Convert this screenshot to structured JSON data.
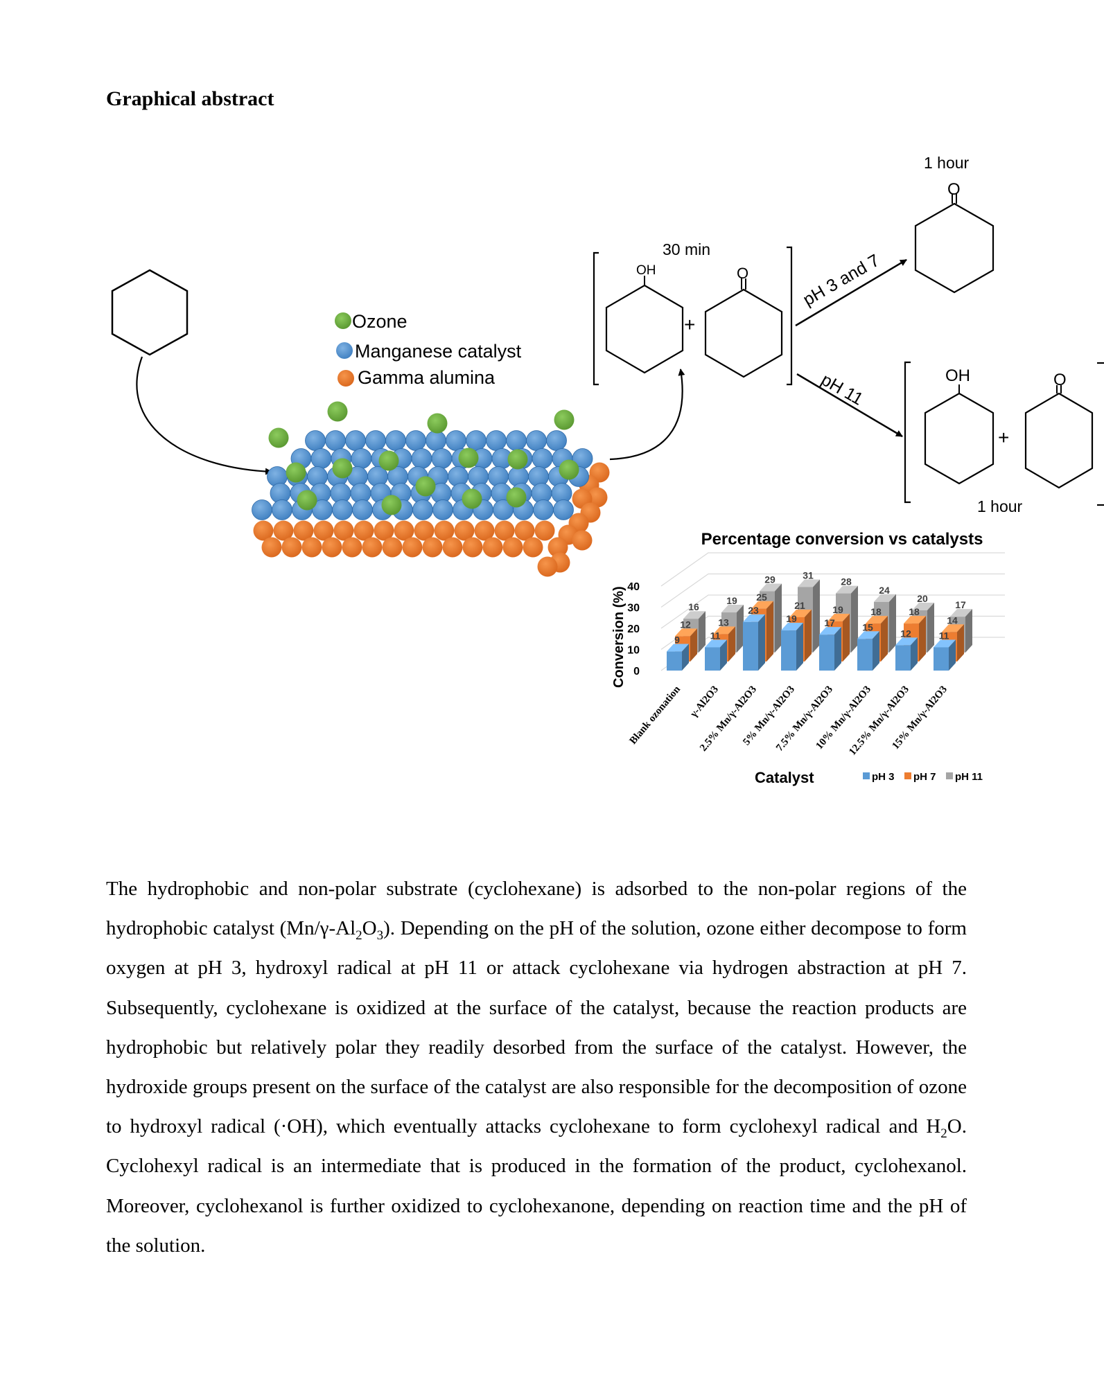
{
  "heading": "Graphical abstract",
  "legend_items": [
    {
      "label": "Ozone",
      "color": "#70ad47"
    },
    {
      "label": "Manganese catalyst",
      "color": "#5b9bd5"
    },
    {
      "label": "Gamma alumina",
      "color": "#ed7d31"
    }
  ],
  "scheme": {
    "time_30min": "30 min",
    "time_1hour_top": "1 hour",
    "time_1hour_bottom": "1 hour",
    "arrow_top_label": "pH 3 and 7",
    "arrow_bottom_label": "pH 11",
    "oh_label": "OH",
    "o_label": "O",
    "plus": "+"
  },
  "chart_data": {
    "type": "bar",
    "title": "Percentage conversion vs catalysts",
    "xlabel": "Catalyst",
    "ylabel": "Conversion (%)",
    "ylim": [
      0,
      40
    ],
    "yticks": [
      "0",
      "10",
      "20",
      "30",
      "40"
    ],
    "categories": [
      "Blank ozonation",
      "γ-Al2O3",
      "2.5% Mn/γ-Al2O3",
      "5% Mn/γ-Al2O3",
      "7.5% Mn/γ-Al2O3",
      "10% Mn/γ-Al2O3",
      "12.5% Mn/γ-Al2O3",
      "15% Mn/γ-Al2O3"
    ],
    "series": [
      {
        "name": "pH 3",
        "values": [
          9,
          11,
          23,
          19,
          17,
          15,
          12,
          11
        ],
        "color": "#5b9bd5"
      },
      {
        "name": "pH 7",
        "values": [
          12,
          13,
          25,
          21,
          19,
          18,
          18,
          14
        ],
        "color": "#ed7d31"
      },
      {
        "name": "pH 11",
        "values": [
          16,
          19,
          29,
          31,
          28,
          24,
          20,
          17
        ],
        "color": "#a5a5a5"
      }
    ],
    "legend_position": "bottom-right",
    "grid": true
  },
  "paragraph": {
    "p1": "The hydrophobic and non-polar substrate (cyclohexane) is adsorbed to the non-polar regions of the hydrophobic catalyst (Mn/γ-Al",
    "sub1": "2",
    "p2": "O",
    "sub2": "3",
    "p3": ").  Depending on the pH of the solution, ozone either decompose to form oxygen at pH 3, hydroxyl radical at pH 11 or attack cyclohexane via hydrogen abstraction at pH 7. Subsequently, cyclohexane is oxidized at the surface of the catalyst, because the reaction products are hydrophobic but relatively polar they readily desorbed from the surface of the catalyst. However, the hydroxide groups present on the surface of the catalyst are also responsible for the decomposition of ozone to hydroxyl radical (·OH), which eventually attacks cyclohexane to form cyclohexyl radical and H",
    "sub3": "2",
    "p4": "O. Cyclohexyl radical is an intermediate that is produced in the formation of the product, cyclohexanol. Moreover, cyclohexanol is further oxidized to cyclohexanone, depending on reaction time and the pH of the solution."
  }
}
